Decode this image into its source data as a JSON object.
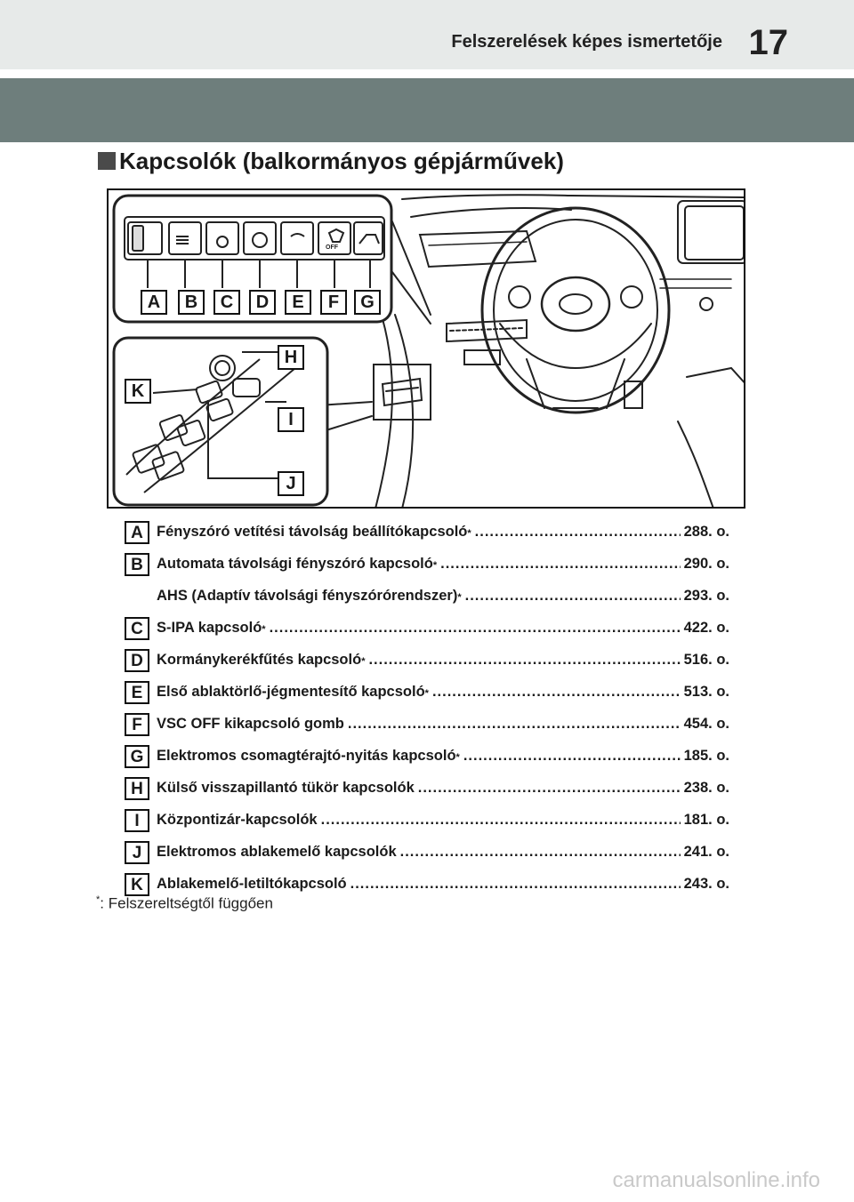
{
  "header": {
    "section_title": "Felszerelések képes ismertetője",
    "page_number": "17"
  },
  "heading": "Kapcsolók (balkormányos gépjárművek)",
  "figure": {
    "callouts": [
      "A",
      "B",
      "C",
      "D",
      "E",
      "F",
      "G",
      "H",
      "I",
      "J",
      "K"
    ],
    "off_text": "OFF"
  },
  "items": [
    {
      "key": "A",
      "label": "Fényszóró vetítési távolság beállítókapcsoló",
      "star": "*",
      "page": "288. o."
    },
    {
      "key": "B",
      "label": "Automata távolsági fényszóró kapcsoló",
      "star": "*",
      "page": "290. o."
    },
    {
      "key": "",
      "label": "AHS (Adaptív távolsági fényszórórendszer)",
      "star": "*",
      "page": "293. o."
    },
    {
      "key": "C",
      "label": "S-IPA kapcsoló",
      "star": "*",
      "page": "422. o."
    },
    {
      "key": "D",
      "label": "Kormánykerékfűtés kapcsoló",
      "star": "*",
      "page": "516. o."
    },
    {
      "key": "E",
      "label": "Első ablaktörlő-jégmentesítő kapcsoló",
      "star": "*",
      "page": "513. o."
    },
    {
      "key": "F",
      "label": "VSC OFF kikapcsoló gomb",
      "star": "",
      "page": "454. o."
    },
    {
      "key": "G",
      "label": "Elektromos csomagtérajtó-nyitás kapcsoló",
      "star": "*",
      "page": "185. o."
    },
    {
      "key": "H",
      "label": "Külső visszapillantó tükör kapcsolók",
      "star": "",
      "page": "238. o."
    },
    {
      "key": "I",
      "label": "Központizár-kapcsolók",
      "star": "",
      "page": "181. o."
    },
    {
      "key": "J",
      "label": "Elektromos ablakemelő kapcsolók",
      "star": "",
      "page": "241. o."
    },
    {
      "key": "K",
      "label": "Ablakemelő-letiltókapcsoló",
      "star": "",
      "page": "243. o."
    }
  ],
  "footnote": {
    "star": "*",
    "text": ": Felszereltségtől függően"
  },
  "watermark": "carmanualsonline.info"
}
